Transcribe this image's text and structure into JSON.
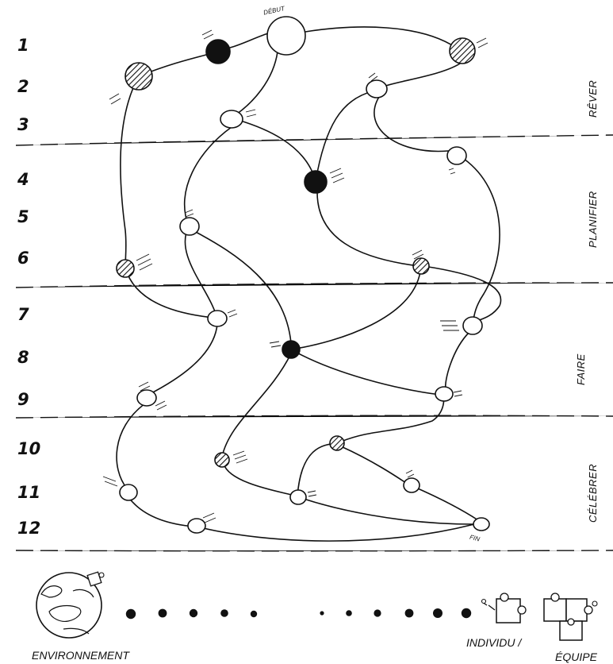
{
  "rows": [
    "1",
    "2",
    "3",
    "4",
    "5",
    "6",
    "7",
    "8",
    "9",
    "10",
    "11",
    "12"
  ],
  "phases": [
    "RÊVER",
    "PLANIFIER",
    "FAIRE",
    "CÉLÉBRER"
  ],
  "start_label": "DÉBUT",
  "end_label": "FIN",
  "legend": {
    "left": "ENVIRONNEMENT",
    "right_top": "INDIVIDU /",
    "right_bottom": "ÉQUIPE"
  },
  "node_styles": {
    "open": "#ffffff",
    "filled": "#111111",
    "hatched": "hatched"
  }
}
